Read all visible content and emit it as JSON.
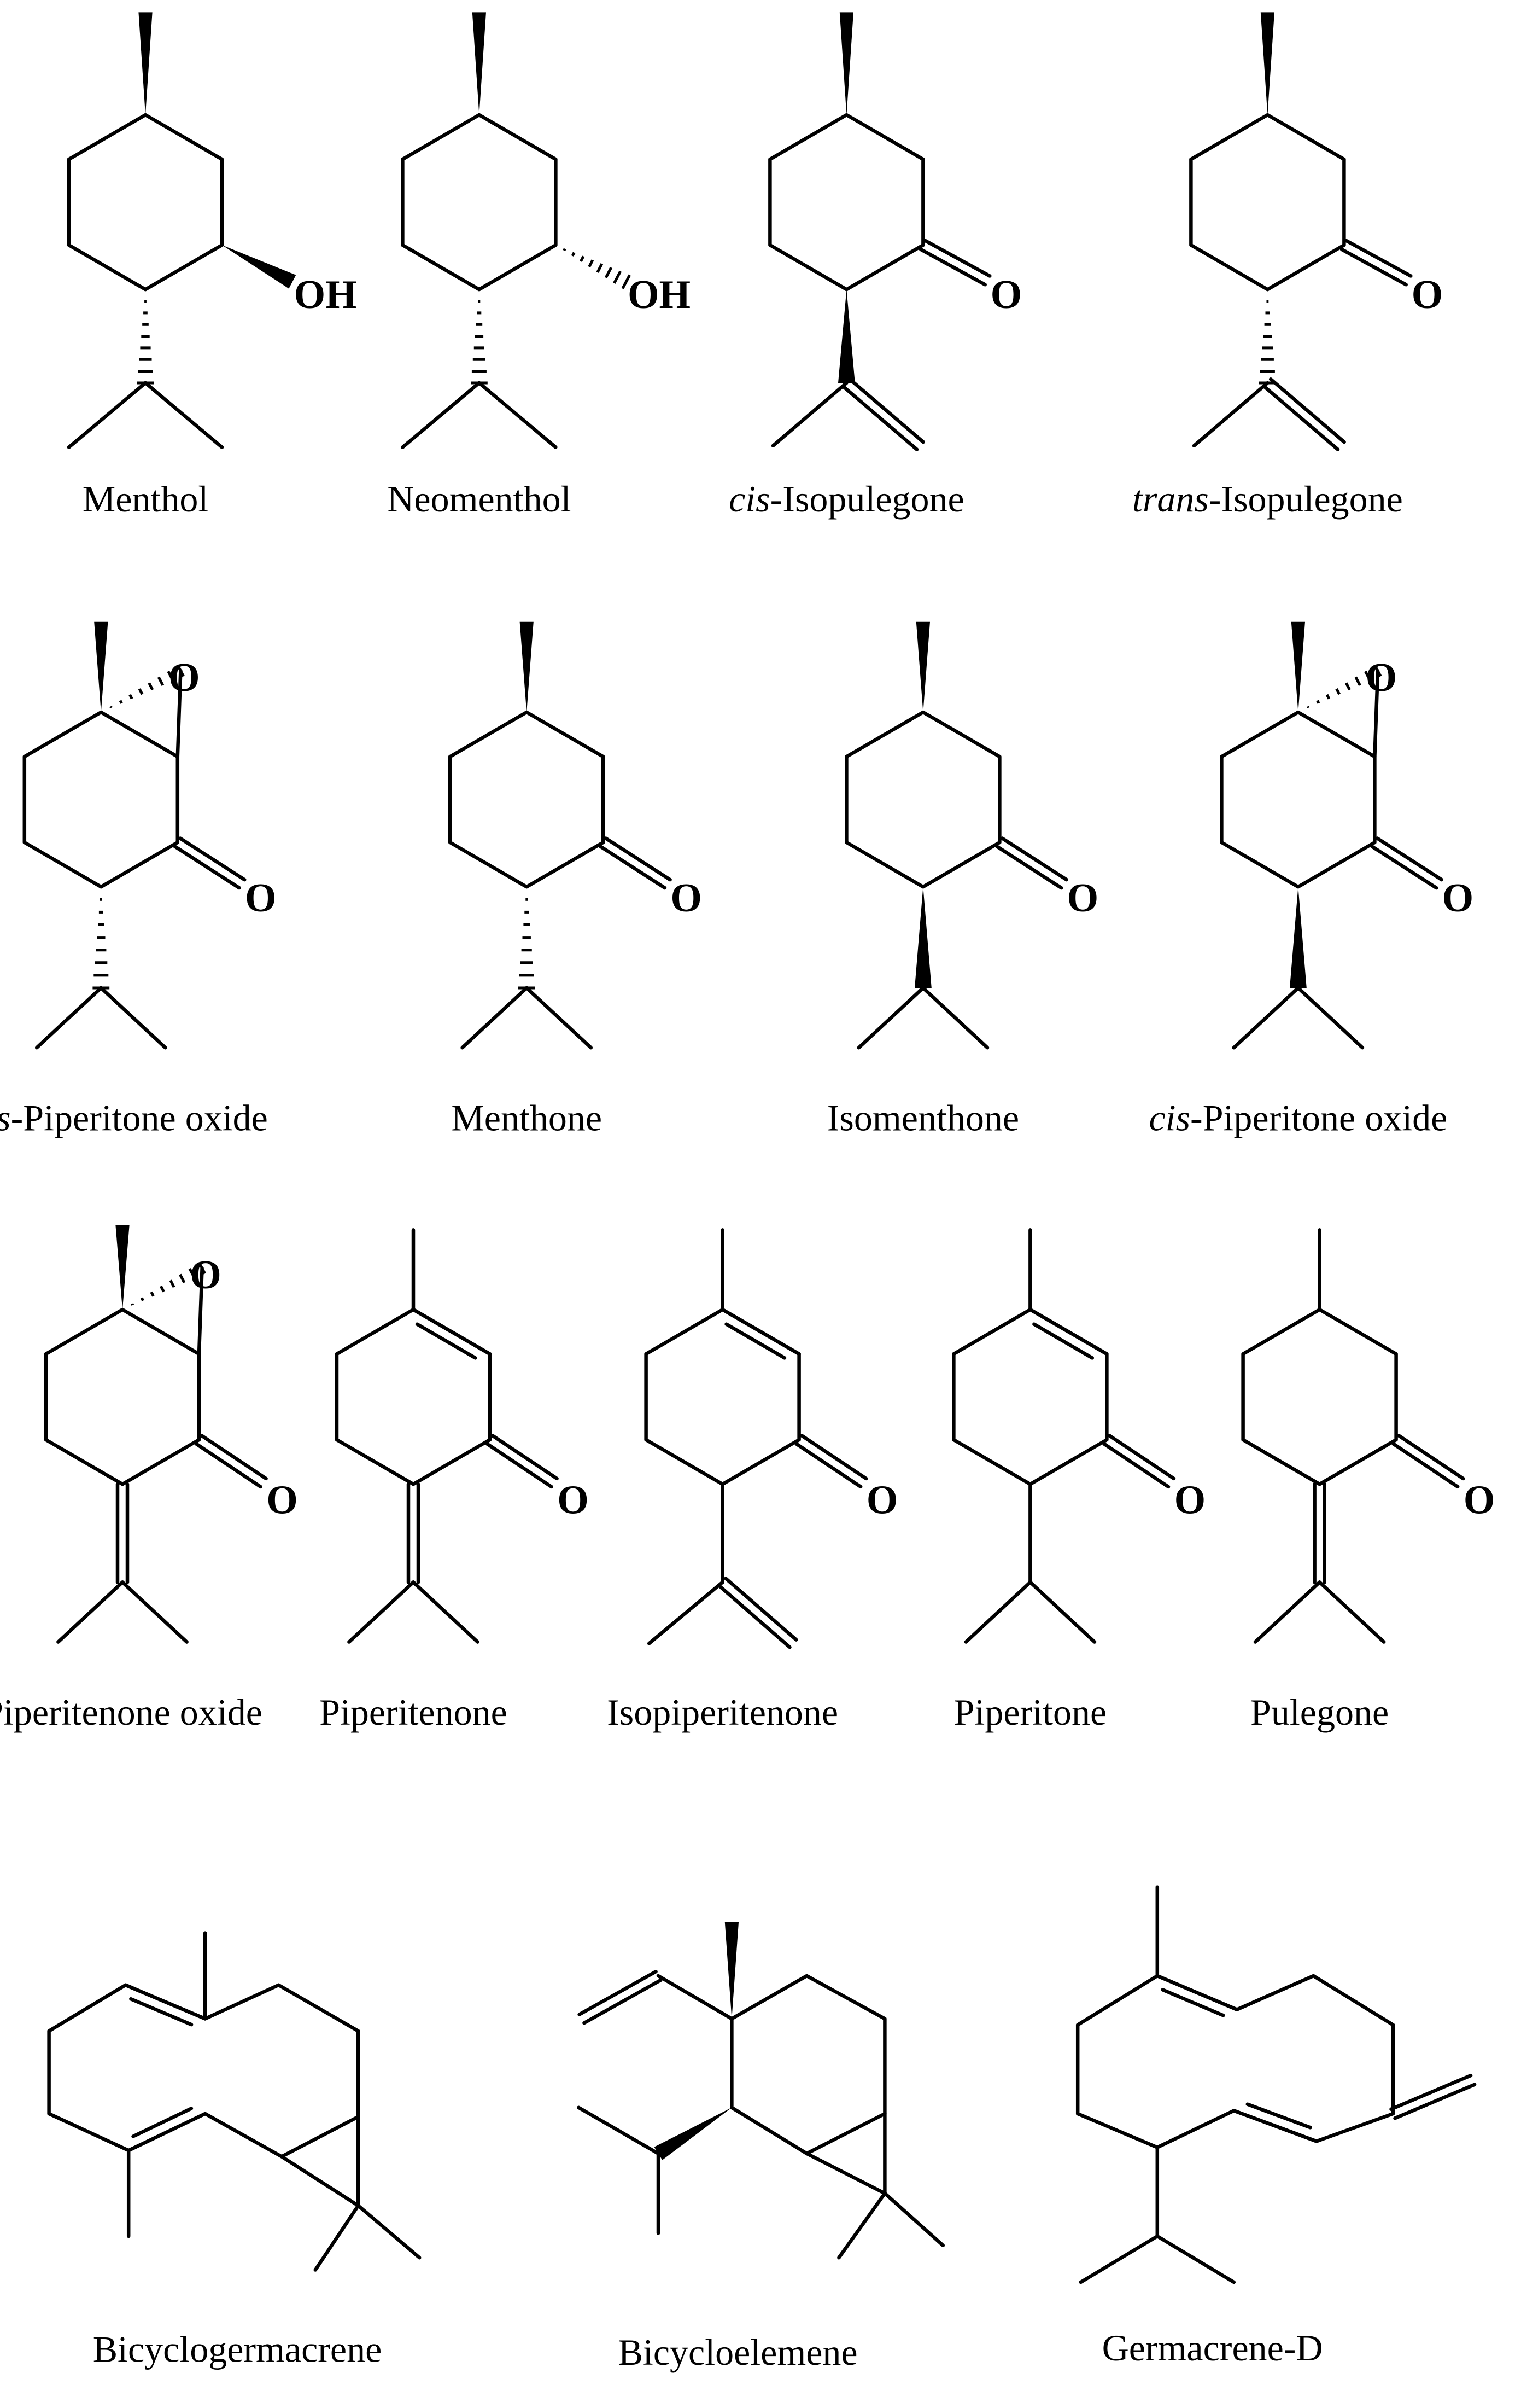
{
  "atoms": {
    "oxygen": "O",
    "hydroxyl": "OH"
  },
  "rows": [
    [
      {
        "id": "menthol",
        "name": "Menthol"
      },
      {
        "id": "neomenthol",
        "name": "Neomenthol"
      },
      {
        "id": "cis-isopulegone",
        "prefix": "cis",
        "name": "-Isopulegone"
      },
      {
        "id": "trans-isopulegone",
        "prefix": "trans",
        "name": "-Isopulegone"
      }
    ],
    [
      {
        "id": "trans-piperitone-oxide",
        "prefix": "trans",
        "name": "-Piperitone oxide"
      },
      {
        "id": "menthone",
        "name": "Menthone"
      },
      {
        "id": "isomenthone",
        "name": "Isomenthone"
      },
      {
        "id": "cis-piperitone-oxide",
        "prefix": "cis",
        "name": "-Piperitone oxide"
      }
    ],
    [
      {
        "id": "piperitenone-oxide",
        "name": "Piperitenone oxide"
      },
      {
        "id": "piperitenone",
        "name": "Piperitenone"
      },
      {
        "id": "isopiperitenone",
        "name": "Isopiperitenone"
      },
      {
        "id": "piperitone",
        "name": "Piperitone"
      },
      {
        "id": "pulegone",
        "name": "Pulegone"
      }
    ],
    [
      {
        "id": "bicyclogermacrene",
        "name": "Bicyclogermacrene"
      },
      {
        "id": "bicycloelemene",
        "name": "Bicycloelemene"
      },
      {
        "id": "germacrene-d",
        "name": "Germacrene-D"
      }
    ]
  ]
}
